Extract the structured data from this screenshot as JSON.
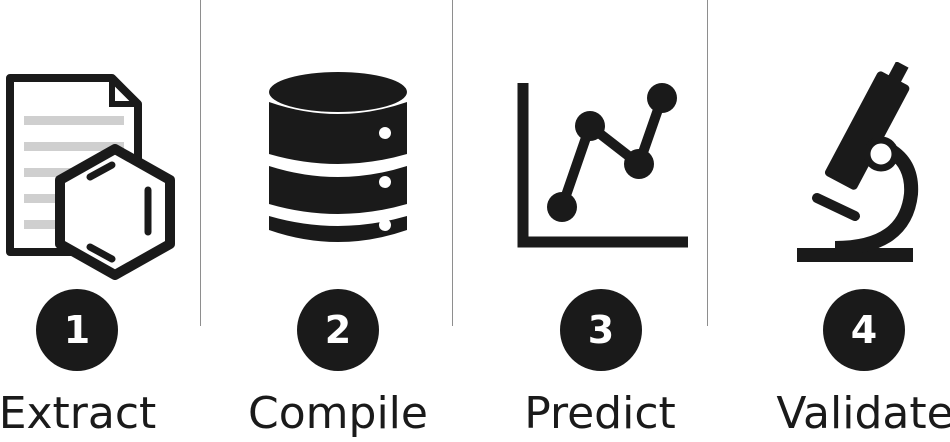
{
  "steps": [
    {
      "number": "1",
      "label": "Extract",
      "icon": "document-molecule-icon"
    },
    {
      "number": "2",
      "label": "Compile",
      "icon": "database-icon"
    },
    {
      "number": "3",
      "label": "Predict",
      "icon": "line-chart-icon"
    },
    {
      "number": "4",
      "label": "Validate",
      "icon": "microscope-icon"
    }
  ],
  "colors": {
    "ink": "#1a1a1a",
    "divider": "#8e8e8e",
    "paper_lines": "#cfcfcf"
  }
}
